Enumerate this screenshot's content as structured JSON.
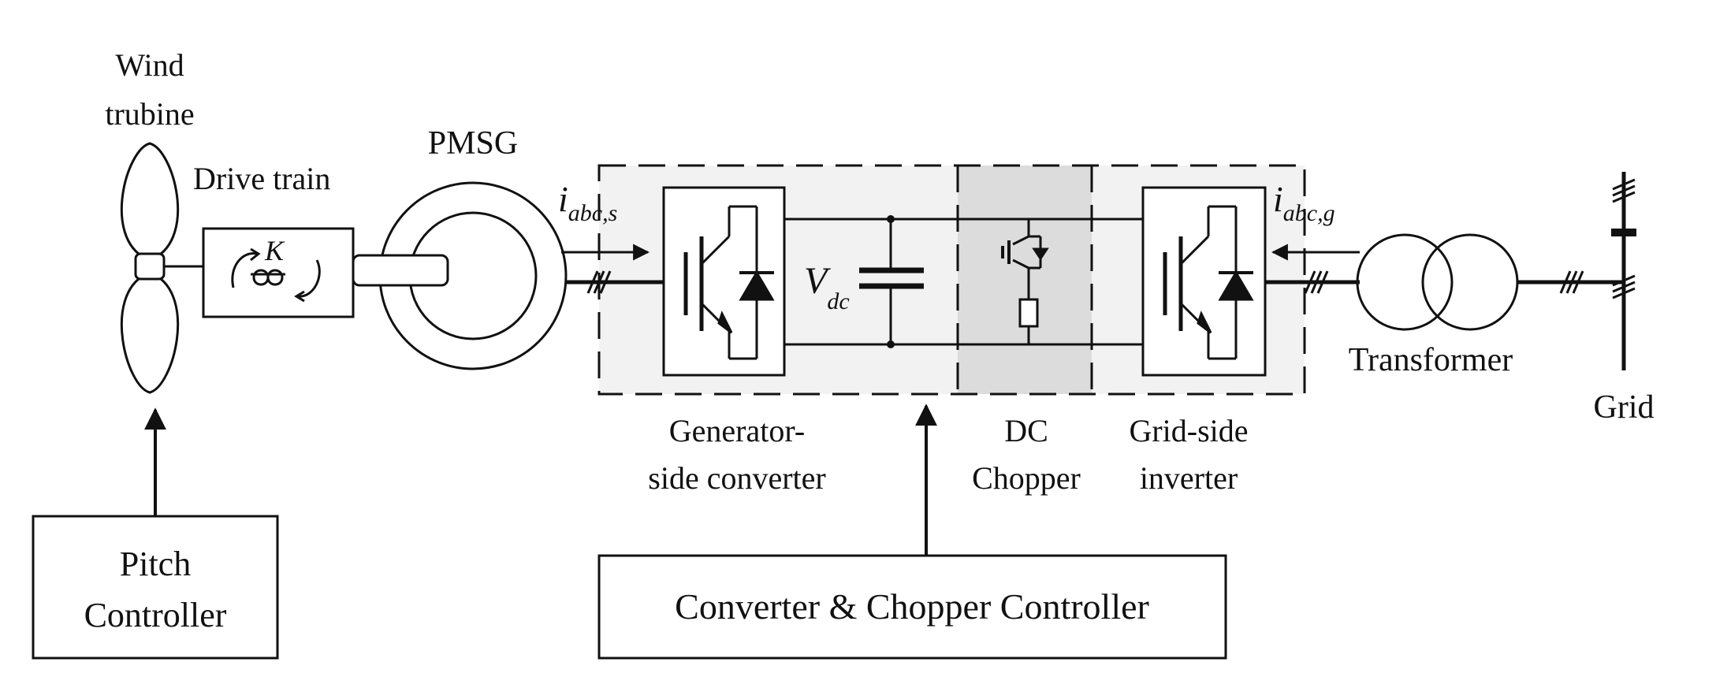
{
  "labels": {
    "wind_turbine_line1": "Wind",
    "wind_turbine_line2": "trubine",
    "drive_train": "Drive train",
    "spring_constant": "K",
    "pmsg": "PMSG",
    "stator_current_main": "i",
    "stator_current_sub": "abc,s",
    "grid_current_main": "i",
    "grid_current_sub": "abc,g",
    "dc_voltage_main": "V",
    "dc_voltage_sub": "dc",
    "gen_side_converter_line1": "Generator-",
    "gen_side_converter_line2": "side converter",
    "dc_chopper_line1": "DC",
    "dc_chopper_line2": "Chopper",
    "grid_side_inverter_line1": "Grid-side",
    "grid_side_inverter_line2": "inverter",
    "transformer": "Transformer",
    "grid": "Grid",
    "pitch_controller_line1": "Pitch",
    "pitch_controller_line2": "Controller",
    "converter_chopper_controller": "Converter & Chopper Controller"
  },
  "colors": {
    "line": "#111111",
    "converter_shade": "#f2f2f2",
    "chopper_shade": "#dcdcdc"
  }
}
